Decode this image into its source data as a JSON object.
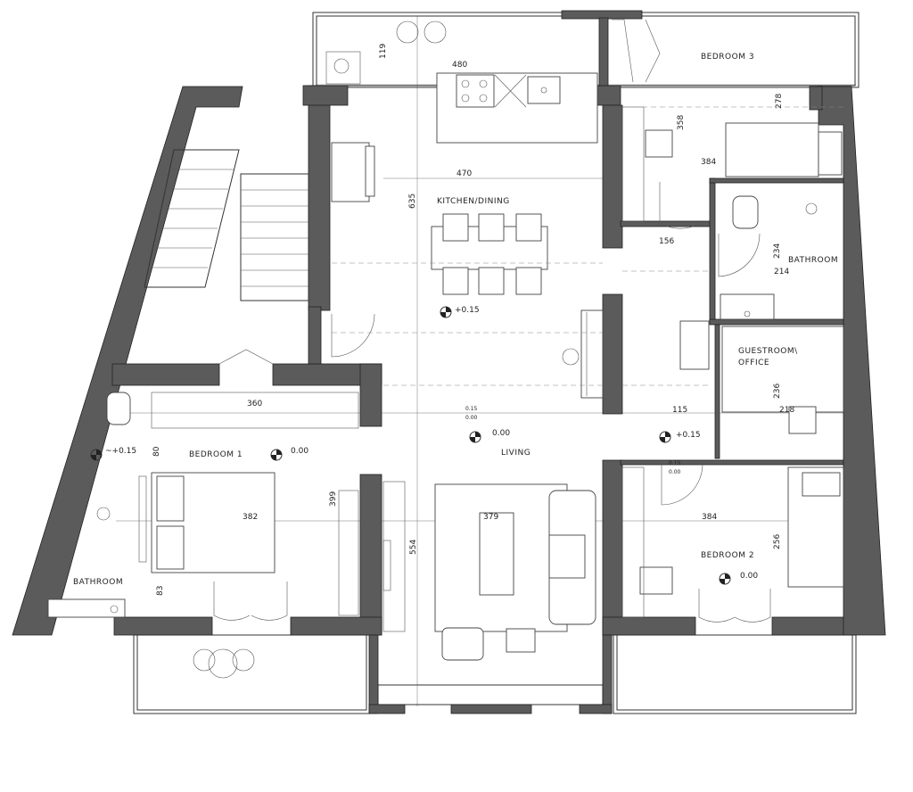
{
  "rooms": {
    "bedroom3": "BEDROOM 3",
    "kitchen_dining": "KITCHEN/DINING",
    "bathroom_right": "BATHROOM",
    "guestroom": "GUESTROOM\\",
    "office": "OFFICE",
    "bedroom1": "BEDROOM 1",
    "living": "LIVING",
    "bedroom2": "BEDROOM 2",
    "bathroom_left": "BATHROOM"
  },
  "dimensions": {
    "d119": "119",
    "d480": "480",
    "d358": "358",
    "d278": "278",
    "d384_top": "384",
    "d470": "470",
    "d635": "635",
    "d156": "156",
    "d234": "234",
    "d214": "214",
    "d236": "236",
    "d218": "218",
    "d115": "115",
    "d360": "360",
    "d80": "80",
    "d382": "382",
    "d399": "399",
    "d83": "83",
    "d554": "554",
    "d379": "379",
    "d384_bottom": "384",
    "d256": "256"
  },
  "levels": {
    "kitchen": "+0.15",
    "living": "0.00",
    "bedroom1": "0.00",
    "bath_left": "~+0.15",
    "corridor": "+0.15",
    "bedroom2": "0.00",
    "step_a_top": "0.15",
    "step_a_bottom": "0.00",
    "step_b_top": "0.15",
    "step_b_bottom": "0.00"
  }
}
